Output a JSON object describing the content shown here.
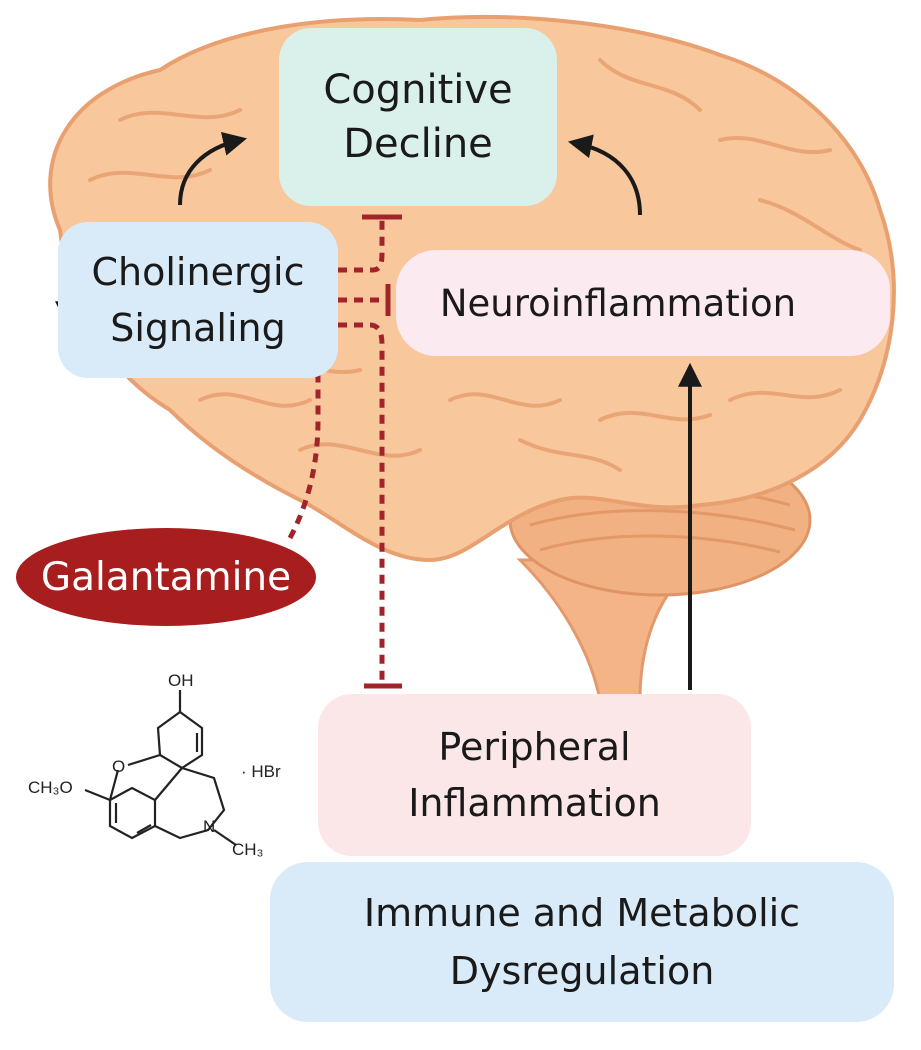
{
  "nodes": {
    "cognitive_decline": {
      "line1": "Cognitive",
      "line2": "Decline"
    },
    "cholinergic_signaling": {
      "line1": "Cholinergic",
      "line2": "Signaling"
    },
    "neuroinflammation": {
      "label": "Neuroinflammation"
    },
    "peripheral_inflammation": {
      "line1": "Peripheral",
      "line2": "Inflammation"
    },
    "immune_metabolic": {
      "line1": "Immune and Metabolic",
      "line2": "Dysregulation"
    },
    "galantamine": {
      "label": "Galantamine"
    }
  },
  "molecule": {
    "oh": "OH",
    "o": "O",
    "och3": "CH₃O",
    "n": "N",
    "ch3": "CH₃",
    "salt": "· HBr"
  },
  "colors": {
    "drug_red": "#a81d1d",
    "inhibit_dashed": "#a0242a",
    "arrow_dark": "#1a1a1a",
    "brain": "#f7c49a"
  }
}
